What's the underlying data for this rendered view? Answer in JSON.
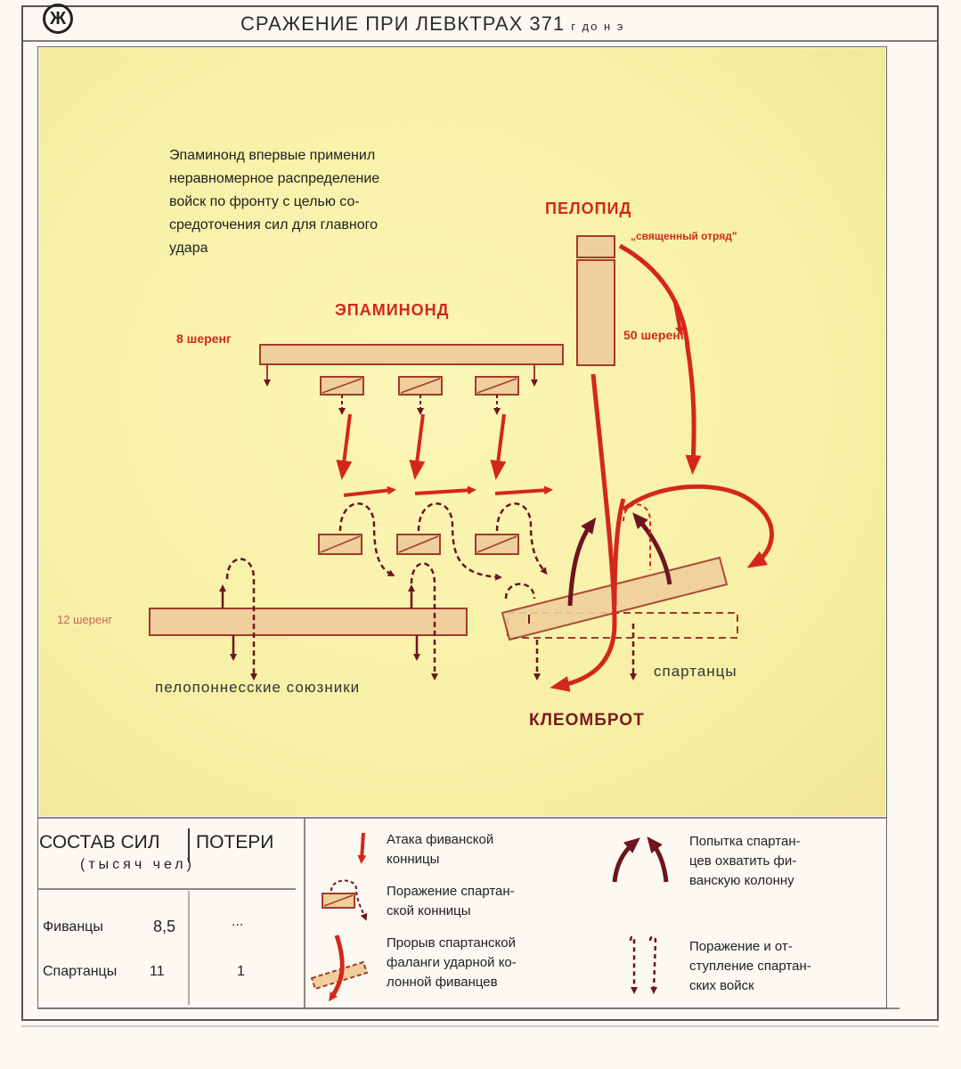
{
  "header": {
    "title_main": "СРАЖЕНИЕ ПРИ ЛЕВКТРАХ 371",
    "title_suffix": "г до н э",
    "logo_glyph": "Ж"
  },
  "map": {
    "note_lines": [
      "Эпаминонд впервые применил",
      "неравномерное распределение",
      "войск по фронту с целью со-",
      "средоточения сил для главного",
      "удара"
    ],
    "labels": {
      "pelopid": "ПЕЛОПИД",
      "sacred_band": "„священный отряд\"",
      "epaminond": "ЭПАМИНОНД",
      "ranks_8": "8 шеренг",
      "ranks_50": "50 шеренг",
      "ranks_12": "12 шеренг",
      "allies": "пелопоннесские союзники",
      "spartans": "спартанцы",
      "kleombrot": "КЛЕОМБРОТ"
    },
    "colors": {
      "red": "#d4271b",
      "dark_red": "#6e1420",
      "unit_fill": "#efcf9b",
      "unit_stroke": "#a33a2c"
    }
  },
  "legend": {
    "forces_header": "СОСТАВ СИЛ",
    "losses_header": "ПОТЕРИ",
    "units_header": "(тысяч чел)",
    "rows": [
      {
        "name": "Фиванцы",
        "forces": "8,5",
        "losses": "..."
      },
      {
        "name": "Спартанцы",
        "forces": "11",
        "losses": "1"
      }
    ],
    "items": [
      {
        "icon": "red-arrow-icon",
        "lines": [
          "Атака фиванской",
          "конницы"
        ]
      },
      {
        "icon": "dark-red-curved-arrows-icon",
        "lines": [
          "Попытка спартан-",
          "цев охватить фи-",
          "ванскую колонну"
        ]
      },
      {
        "icon": "cavalry-defeat-icon",
        "lines": [
          "Поражение спартан-",
          "ской конницы"
        ]
      },
      {
        "icon": "dashed-retreat-arrows-icon",
        "lines": [
          "Поражение и от-",
          "ступление спартан-",
          "ских войск"
        ]
      },
      {
        "icon": "phalanx-breakthrough-icon",
        "lines": [
          "Прорыв спартанской",
          "фаланги ударной ко-",
          "лонной фиванцев"
        ]
      }
    ]
  }
}
